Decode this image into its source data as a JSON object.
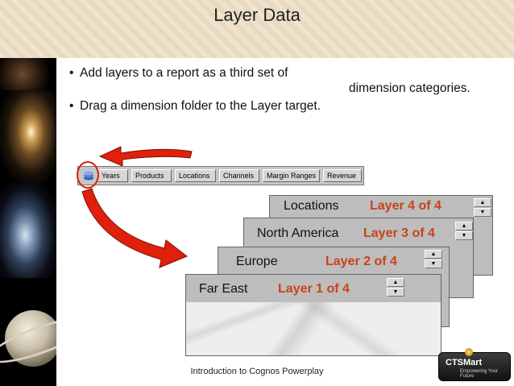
{
  "title": "Layer Data",
  "bullets": {
    "b1_line1": "Add layers to a report as a third set of",
    "b1_line2": "dimension categories.",
    "b2": "Drag a dimension folder to the Layer target."
  },
  "toolbar": {
    "buttons": [
      "Years",
      "Products",
      "Locations",
      "Channels",
      "Margin Ranges",
      "Revenue"
    ]
  },
  "layers": [
    {
      "name": "Locations",
      "layer": "Layer 4 of 4"
    },
    {
      "name": "North America",
      "layer": "Layer 3 of 4"
    },
    {
      "name": "Europe",
      "layer": "Layer 2 of 4"
    },
    {
      "name": "Far East",
      "layer": "Layer 1 of 4"
    }
  ],
  "footer": "Introduction to Cognos Powerplay",
  "logo": {
    "name": "CTSMart",
    "tagline": "Empowering Your Future"
  },
  "colors": {
    "layer_text": "#c8431a",
    "arrow": "#e0200c",
    "card": "#bdbdbd"
  }
}
